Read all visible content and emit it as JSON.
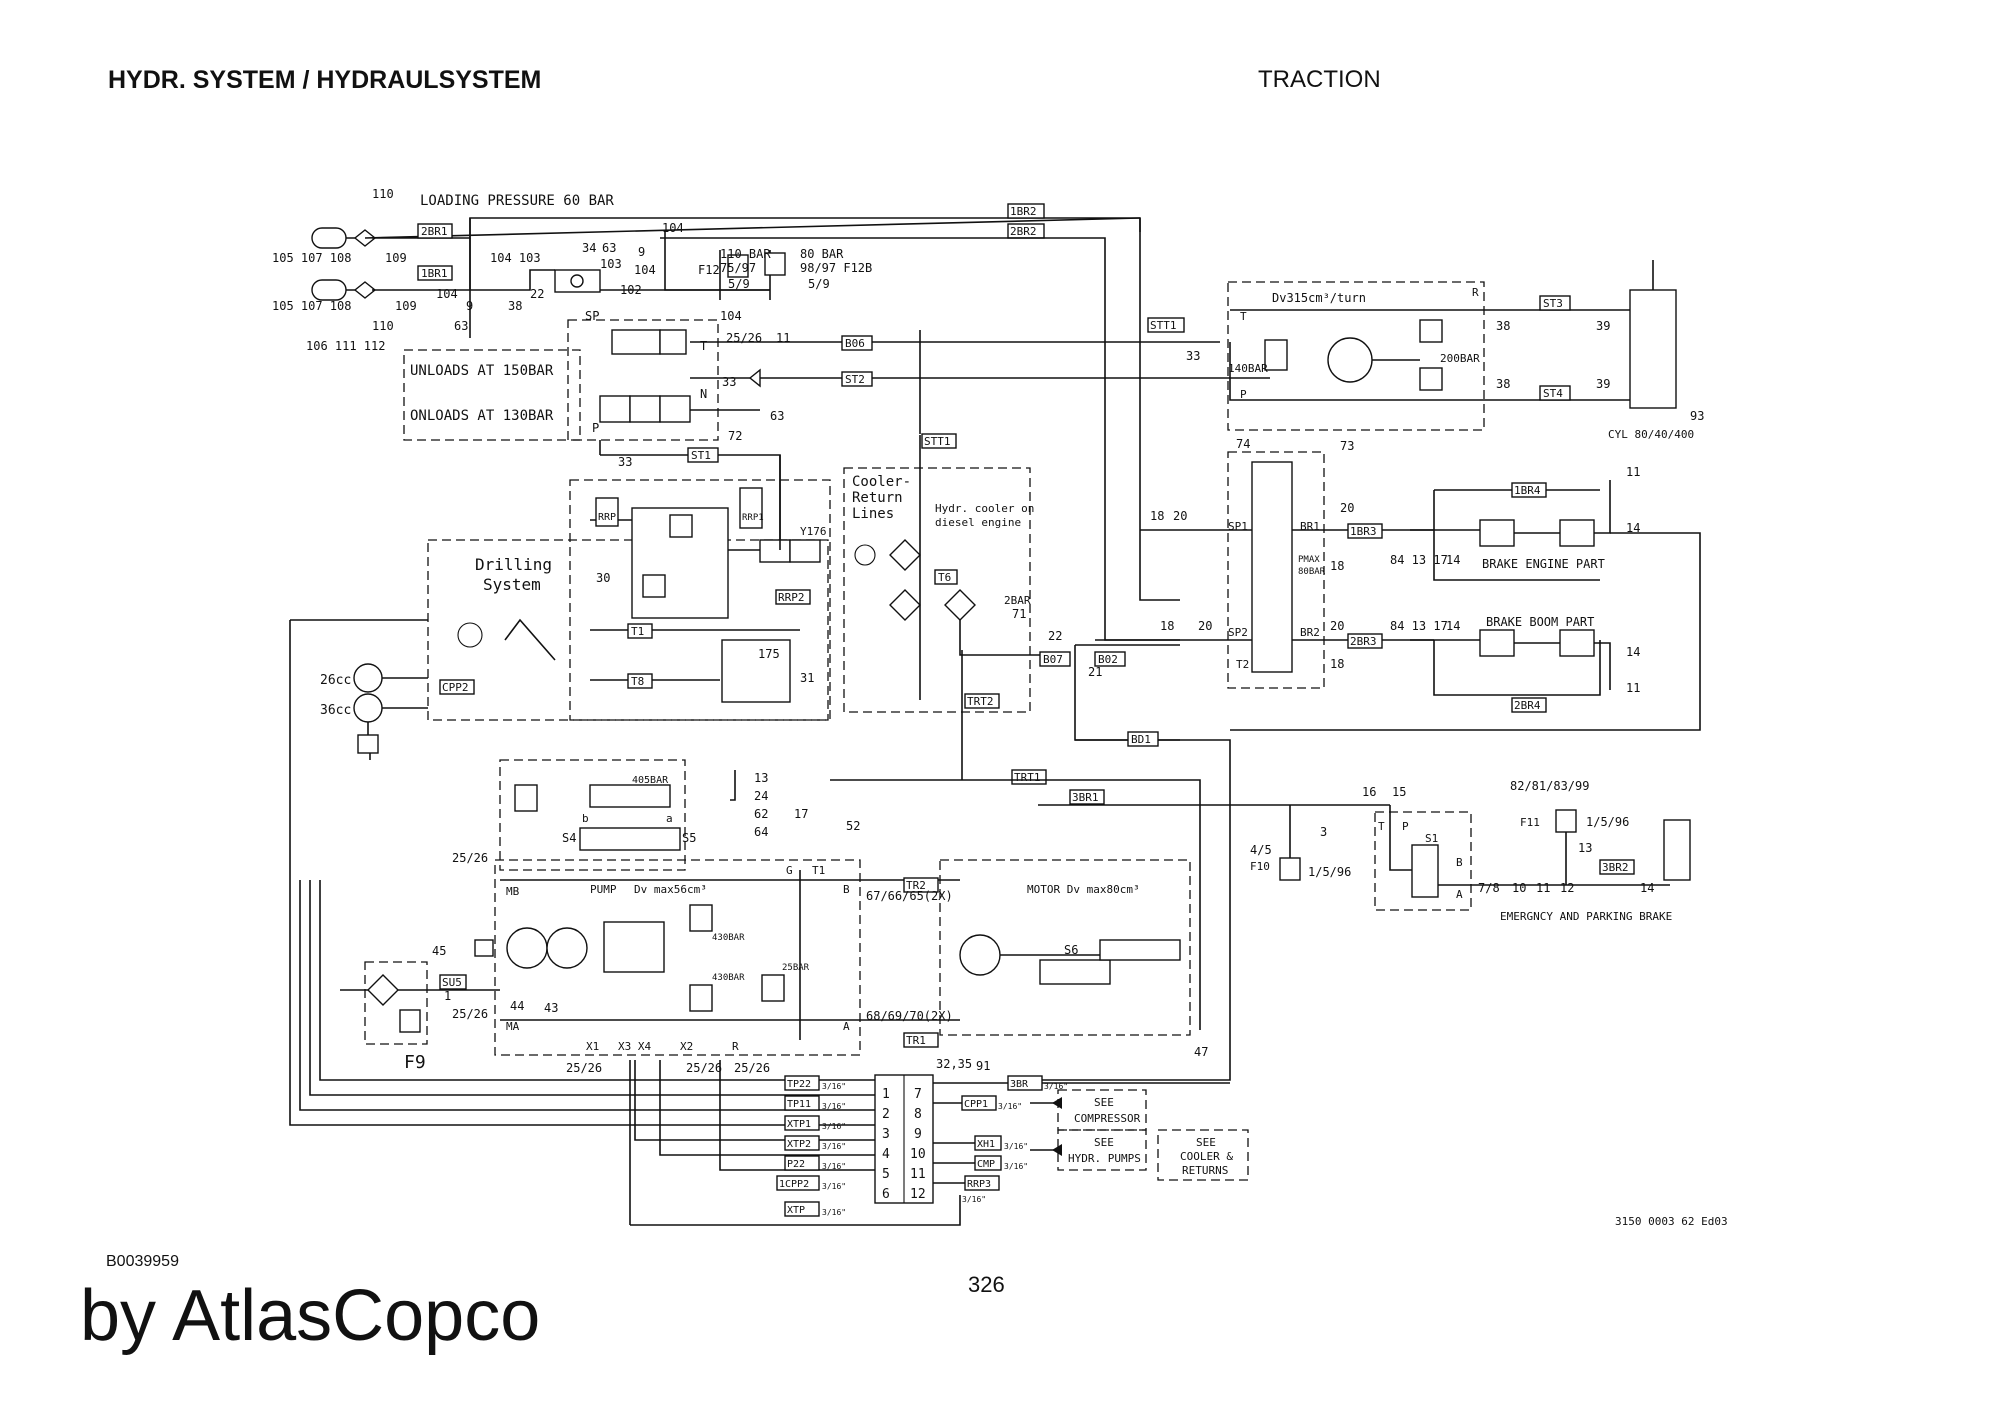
{
  "header": {
    "title": "HYDR. SYSTEM / HYDRAULSYSTEM",
    "section": "TRACTION"
  },
  "footer": {
    "doc_id": "B0039959",
    "page_number": "326",
    "brand": "by AtlasCopco",
    "drawing_number": "3150 0003 62 Ed03"
  },
  "notes": {
    "loading_pressure": "LOADING PRESSURE 60 BAR",
    "unloads": "UNLOADS AT 150BAR",
    "onloads": "ONLOADS AT 130BAR",
    "p110": "110 BAR",
    "p110_sub": "75/97",
    "p80": "80 BAR",
    "p80_sub": "98/97 F12B",
    "motor_disp": "Dv315cm³/turn",
    "p140": "140BAR",
    "p200": "200BAR",
    "cyl": "CYL 80/40/400",
    "cooler_1": "Cooler-",
    "cooler_2": "Return",
    "cooler_3": "Lines",
    "hydr_cooler_1": "Hydr. cooler on",
    "hydr_cooler_2": "diesel engine",
    "drilling_1": "Drilling",
    "drilling_2": "System",
    "brake_engine": "BRAKE ENGINE PART",
    "brake_boom": "BRAKE BOOM PART",
    "pmax": "PMAX",
    "pmax_val": "80BAR",
    "p2bar": "2BAR",
    "p405": "405BAR",
    "p430a": "430BAR",
    "p430b": "430BAR",
    "p25": "25BAR",
    "pump": "PUMP",
    "pump_disp": "Dv max56cm³",
    "motor": "MOTOR Dv max80cm³",
    "emergency": "EMERGNCY AND PARKING BRAKE",
    "f9": "F9",
    "cc26": "26cc",
    "cc36": "36cc",
    "see_comp_1": "SEE",
    "see_comp_2": "COMPRESSOR",
    "see_pumps_1": "SEE",
    "see_pumps_2": "HYDR. PUMPS",
    "see_cool_1": "SEE",
    "see_cool_2": "COOLER &",
    "see_cool_3": "RETURNS"
  },
  "line_tags": {
    "t_2br1": "2BR1",
    "t_1br1": "1BR1",
    "t_1br2": "1BR2",
    "t_2br2": "2BR2",
    "t_stt1a": "STT1",
    "t_st3": "ST3",
    "t_st4": "ST4",
    "t_b06": "B06",
    "t_st2": "ST2",
    "t_st1": "ST1",
    "t_stt1b": "STT1",
    "t_rrp": "RRP",
    "t_rrp1": "RRP1",
    "t_rrp2": "RRP2",
    "t_t1": "T1",
    "t_t8": "T8",
    "t_cpp2": "CPP2",
    "t_t6": "T6",
    "t_b07": "B07",
    "t_b02": "B02",
    "t_trt2": "TRT2",
    "t_bd1": "BD1",
    "t_1br4": "1BR4",
    "t_1br3": "1BR3",
    "t_2br3": "2BR3",
    "t_2br4": "2BR4",
    "t_trt1": "TRT1",
    "t_3br1": "3BR1",
    "t_tr2": "TR2",
    "t_su5": "SU5",
    "t_tr1": "TR1",
    "t_3br2": "3BR2"
  },
  "ports": {
    "c1": "1",
    "c2": "2",
    "c3": "3",
    "c4": "4",
    "c5": "5",
    "c6": "6",
    "c7": "7",
    "c8": "8",
    "c9": "9",
    "c10": "10",
    "c11": "11",
    "c12": "12",
    "left": [
      {
        "tag": "TP22",
        "size": "3/16\""
      },
      {
        "tag": "TP11",
        "size": "3/16\""
      },
      {
        "tag": "XTP1",
        "size": "3/16\""
      },
      {
        "tag": "XTP2",
        "size": "3/16\""
      },
      {
        "tag": "P22",
        "size": "3/16\""
      },
      {
        "tag": "1CPP2",
        "size": "3/16\""
      },
      {
        "tag": "XTP",
        "size": "3/16\""
      }
    ],
    "right": [
      {
        "tag": "3BR",
        "size": "3/16\""
      },
      {
        "tag": "CPP1",
        "size": "3/16\""
      },
      {
        "tag": "XH1",
        "size": "3/16\""
      },
      {
        "tag": "CMP",
        "size": "3/16\""
      },
      {
        "tag": "RRP3",
        "size": "3/16\""
      }
    ]
  },
  "refs": {
    "r110a": "110",
    "r109a": "109",
    "r105a": "105 107 108",
    "r105b": "105 107 108",
    "r104a": "104",
    "r104b": "104",
    "r104_103": "104 103",
    "r9a": "9",
    "r63a": "63",
    "r110b": "110",
    "r109b": "109",
    "r106": "106 111 112",
    "r38a": "38",
    "r22a": "22",
    "r34": "34",
    "r63b": "63",
    "r9b": "9",
    "r103": "103",
    "r104c": "104",
    "r102": "102",
    "rf12": "F12",
    "r59a": "5/9",
    "r104d": "104",
    "r59b": "5/9",
    "r2526a": "25/26",
    "r11a": "11",
    "r33a": "33",
    "r63c": "63",
    "r72": "72",
    "r33b": "33",
    "r33c": "33",
    "r38b": "38",
    "r39a": "39",
    "r38c": "38",
    "r39b": "39",
    "r93": "93",
    "r74": "74",
    "r73": "73",
    "r18a": "18",
    "r20a": "20",
    "r20b": "20",
    "r18b": "18",
    "r84a": "84 13 17",
    "r14a": "14",
    "r11b": "11",
    "r14b": "14",
    "r18c": "18",
    "r20c": "20",
    "r20d": "20",
    "r18d": "18",
    "r84b": "84 13 17",
    "r14c": "14",
    "r14d": "14",
    "r11c": "11",
    "r22b": "22",
    "r21": "21",
    "r71": "71",
    "r30": "30",
    "r175": "175",
    "r31": "31",
    "r13a": "13",
    "r24": "24",
    "r17a": "17",
    "r62": "62",
    "r64": "64",
    "r52": "52",
    "r2526b": "25/26",
    "r676665": "67/66/65(2X)",
    "r45": "45",
    "r44": "44",
    "r43": "43",
    "r1": "1",
    "r2526c": "25/26",
    "r686970": "68/69/70(2X)",
    "r2526d": "25/26",
    "r2526e": "25/26",
    "r2526f": "25/26",
    "r3235": "32,35",
    "r91": "91",
    "r47": "47",
    "r16": "16",
    "r15": "15",
    "r3": "3",
    "r45b": "4/5",
    "r1596a": "1/5/96",
    "r82": "82/81/83/99",
    "r1596b": "1/5/96",
    "r13b": "13",
    "r78": "7/8",
    "r10": "10",
    "r11d": "11",
    "r12": "12",
    "r14e": "14"
  },
  "component_labels": {
    "sp": "SP",
    "t_port": "T",
    "n_port": "N",
    "p_port": "P",
    "y176": "Y176",
    "sp1": "SP1",
    "sp2": "SP2",
    "br1": "BR1",
    "br2": "BR2",
    "t2": "T2",
    "s4": "S4",
    "s5": "S5",
    "a_port": "a",
    "b_port": "b",
    "mb": "MB",
    "ma": "MA",
    "g": "G",
    "t1": "T1",
    "b": "B",
    "a": "A",
    "x1": "X1",
    "x3x4": "X3 X4",
    "x2": "X2",
    "r": "R",
    "s6": "S6",
    "s1": "S1",
    "f10": "F10",
    "f11": "F11",
    "bp": "B",
    "ap": "A",
    "pp": "P",
    "tp": "T",
    "mot_t": "T",
    "mot_p": "P",
    "mot_r": "R"
  }
}
